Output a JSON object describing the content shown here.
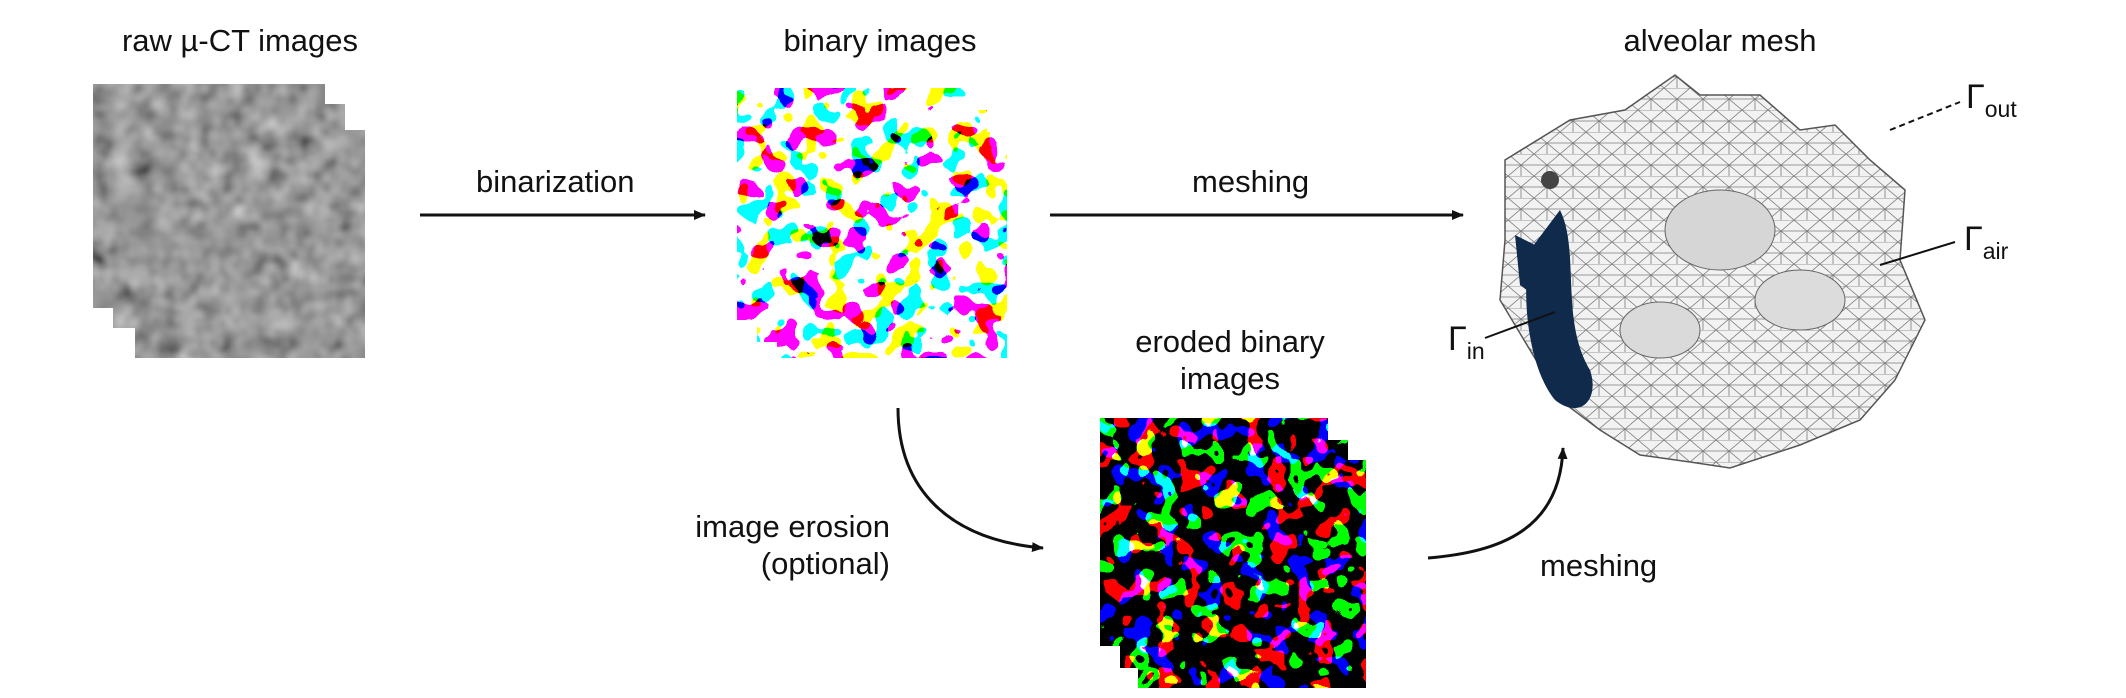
{
  "labels": {
    "raw": "raw µ-CT images",
    "binary": "binary images",
    "eroded": "eroded binary images",
    "mesh": "alveolar mesh",
    "binarization": "binarization",
    "meshing_top": "meshing",
    "meshing_bottom": "meshing",
    "erosion": "image erosion (optional)"
  },
  "boundaries": {
    "out": {
      "symbol": "Γ",
      "sub": "out"
    },
    "air": {
      "symbol": "Γ",
      "sub": "air"
    },
    "in": {
      "symbol": "Γ",
      "sub": "in"
    }
  }
}
